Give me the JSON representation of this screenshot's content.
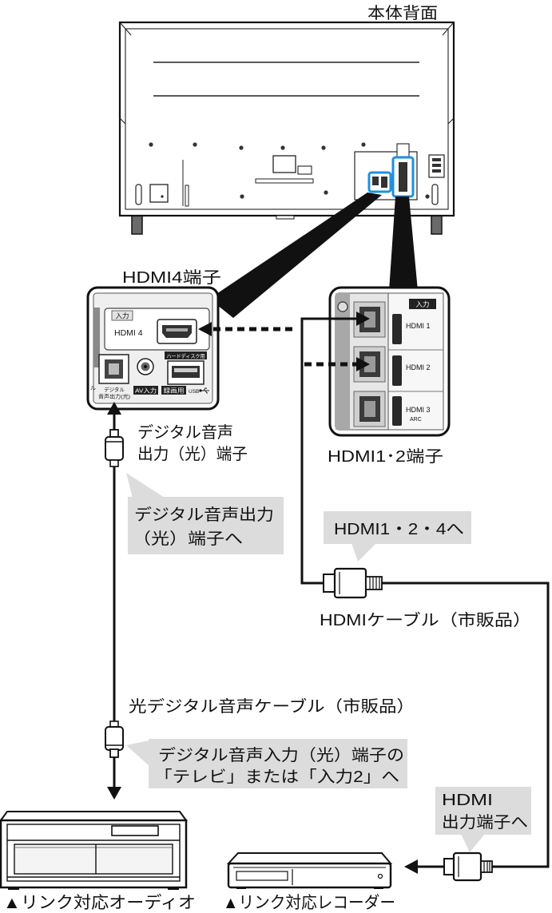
{
  "labels": {
    "rear_panel": "本体背面",
    "hdmi4_terminal": "HDMI4端子",
    "digital_audio_terminal_line1": "デジタル音声",
    "digital_audio_terminal_line2": "出力（光）端子",
    "hdmi12_terminal": "HDMI1･2端子",
    "hdmi_cable": "HDMIケーブル（市販品）",
    "optical_cable": "光デジタル音声ケーブル（市販品）",
    "audio_device": "▲リンク対応オーディオ",
    "recorder": "▲リンク対応レコーダー"
  },
  "callouts": {
    "to_digital_out_line1": "デジタル音声出力",
    "to_digital_out_line2": "（光）端子へ",
    "to_hdmi124": "HDMI1・2・4へ",
    "to_digital_in_line1": "デジタル音声入力（光）端子の",
    "to_digital_in_line2": "「テレビ」または「入力2」へ",
    "to_hdmi_out_line1": "HDMI",
    "to_hdmi_out_line2": "出力端子へ"
  },
  "hdmi4_panel": {
    "input": "入力",
    "port": "HDMI 4",
    "hdd": "ハードディスク用",
    "av_input": "AV入力",
    "recording": "録画用",
    "usb": "USB",
    "digital_line1": "デジタル",
    "digital_line2": "音声出力(光)",
    "edge_fragment": "ル"
  },
  "hdmi12_panel": {
    "input": "入力",
    "ports": [
      "HDMI 1",
      "HDMI 2",
      "HDMI 3"
    ],
    "arc": "ARC"
  },
  "icons": {
    "usb": "usb-icon",
    "arrow": "arrow-icon"
  },
  "colors": {
    "highlight": "#1e90e0",
    "callout_fill": "#dcdcdc"
  }
}
